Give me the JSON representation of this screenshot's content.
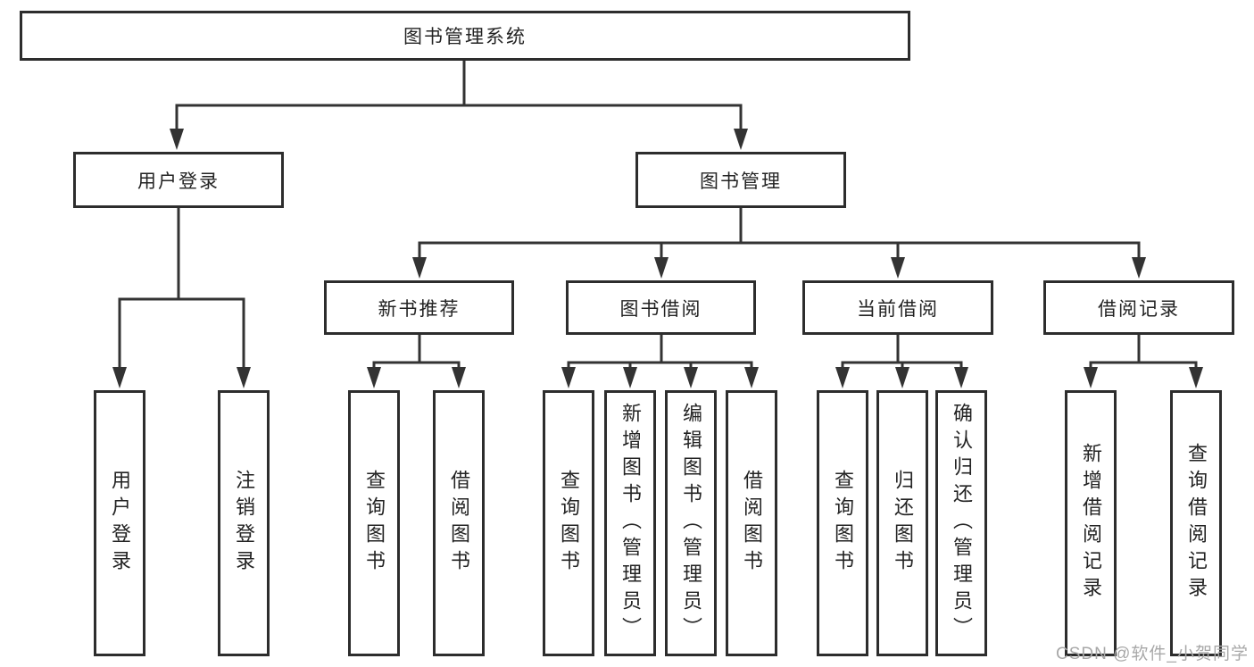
{
  "nodes": {
    "root": {
      "label": "图书管理系统"
    },
    "level2": [
      {
        "label": "用户登录"
      },
      {
        "label": "图书管理"
      }
    ],
    "level3": [
      {
        "label": "新书推荐"
      },
      {
        "label": "图书借阅"
      },
      {
        "label": "当前借阅"
      },
      {
        "label": "借阅记录"
      }
    ],
    "leaves_user_login": [
      {
        "label": "用户登录"
      },
      {
        "label": "注销登录"
      }
    ],
    "leaves_new_books": [
      {
        "label": "查询图书"
      },
      {
        "label": "借阅图书"
      }
    ],
    "leaves_book_borrow": [
      {
        "label": "查询图书"
      },
      {
        "label": "新增图书（管理员）"
      },
      {
        "label": "编辑图书（管理员）"
      },
      {
        "label": "借阅图书"
      }
    ],
    "leaves_current_borrow": [
      {
        "label": "查询图书"
      },
      {
        "label": "归还图书"
      },
      {
        "label": "确认归还（管理员）"
      }
    ],
    "leaves_borrow_records": [
      {
        "label": "新增借阅记录"
      },
      {
        "label": "查询借阅记录"
      }
    ]
  },
  "watermark": "CSDN @软件_小贺同学",
  "colors": {
    "line": "#333333",
    "border": "#2d2d2d",
    "text": "#232323",
    "watermark": "#a8a8a8",
    "background": "#ffffff"
  }
}
